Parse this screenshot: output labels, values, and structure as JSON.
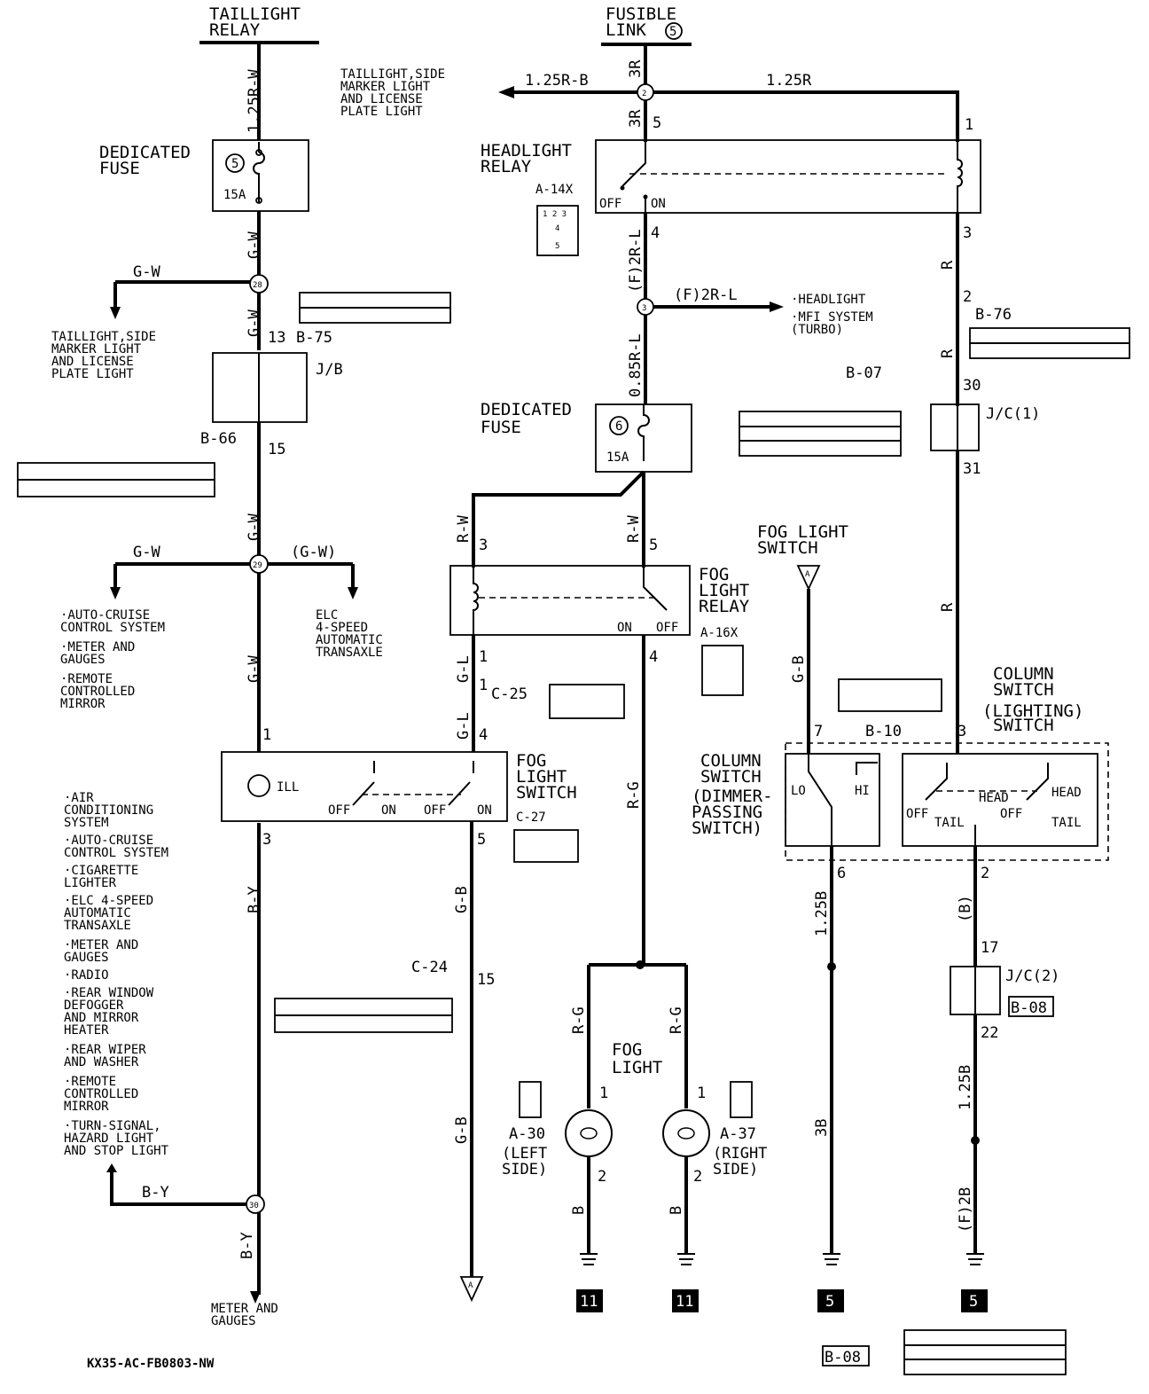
{
  "top": {
    "taillight_relay": [
      "TAILLIGHT",
      "RELAY"
    ],
    "fusible_link": [
      "FUSIBLE",
      "LINK"
    ],
    "fusible_link_no": "5"
  },
  "left": {
    "wire_top": "1.25R-W",
    "dedicated_fuse": [
      "DEDICATED",
      "FUSE"
    ],
    "fuse_no": "5",
    "fuse_amp": "15A",
    "wire_gw": "G-W",
    "branch_28_label": "G-W",
    "junction_28": "28",
    "taillight_dest": [
      "TAILLIGHT,SIDE",
      "MARKER LIGHT",
      "AND LICENSE",
      "PLATE LIGHT"
    ],
    "pin_13": "13",
    "conn_b75": "B-75",
    "jb": "J/B",
    "conn_b66": "B-66",
    "pin_15": "15",
    "junction_29": "29",
    "branch_29_left": "G-W",
    "branch_29_right": "(G-W)",
    "dest_29_left": [
      "·AUTO-CRUISE",
      " CONTROL SYSTEM",
      "·METER AND",
      " GAUGES",
      "·REMOTE",
      " CONTROLLED",
      " MIRROR"
    ],
    "dest_29_right": [
      "ELC",
      "4-SPEED",
      "AUTOMATIC",
      "TRANSAXLE"
    ],
    "pin_1": "1",
    "ill": "ILL",
    "pin_3": "3",
    "wire_by": "B-Y",
    "dest_30_list": [
      "·AIR",
      " CONDITIONING",
      " SYSTEM",
      "·AUTO-CRUISE",
      " CONTROL SYSTEM",
      "·CIGARETTE",
      " LIGHTER",
      "·ELC 4-SPEED",
      " AUTOMATIC",
      " TRANSAXLE",
      "·METER AND",
      " GAUGES",
      "·RADIO",
      "·REAR WINDOW",
      " DEFOGGER",
      " AND MIRROR",
      " HEATER",
      "·REAR WIPER",
      " AND WASHER",
      "·REMOTE",
      " CONTROLLED",
      " MIRROR",
      "·TURN-SIGNAL,",
      " HAZARD LIGHT",
      " AND STOP LIGHT"
    ],
    "junction_30": "30",
    "branch_30_label": "B-Y",
    "dest_bottom": [
      "METER AND",
      "GAUGES"
    ],
    "footer_code": "KX35-AC-FB0803-NW"
  },
  "center": {
    "wire_3r": "3R",
    "junction_2": "2",
    "wire_125rb": "1.25R-B",
    "dest_taillight": [
      "TAILLIGHT,SIDE",
      "MARKER LIGHT",
      "AND LICENSE",
      "PLATE LIGHT"
    ],
    "wire_125r": "1.25R",
    "pin_5": "5",
    "headlight_relay": [
      "HEADLIGHT",
      "RELAY"
    ],
    "conn_a14x": "A-14X",
    "relay_off": "OFF",
    "relay_on": "ON",
    "pin_4": "4",
    "wire_f2rl": "(F)2R-L",
    "junction_3": "3",
    "dest_headlight": [
      "·HEADLIGHT",
      "·MFI SYSTEM",
      " (TURBO)"
    ],
    "wire_085rl": "0.85R-L",
    "dedicated_fuse": [
      "DEDICATED",
      "FUSE"
    ],
    "fuse_no": "6",
    "fuse_amp": "15A",
    "wire_rw": "R-W",
    "pin_3": "3",
    "pin_5b": "5",
    "fog_relay": [
      "FOG",
      "LIGHT",
      "RELAY"
    ],
    "conn_a16x": "A-16X",
    "pin_1": "1",
    "pin_4b": "4",
    "wire_gl": "G-L",
    "pin_1b": "1",
    "conn_c25": "C-25",
    "pin_4c": "4",
    "fog_switch": [
      "FOG",
      "LIGHT",
      "SWITCH"
    ],
    "conn_c27": "C-27",
    "sw_off": "OFF",
    "sw_on": "ON",
    "pin_5c": "5",
    "wire_gb": "G-B",
    "conn_c24": "C-24",
    "pin_15": "15",
    "wire_rg": "R-G",
    "fog_light": [
      "FOG",
      "LIGHT"
    ],
    "conn_a30": "A-30",
    "left_side": [
      "(LEFT",
      " SIDE)"
    ],
    "conn_a37": "A-37",
    "right_side": [
      "(RIGHT",
      " SIDE)"
    ],
    "pin_lamp_1": "1",
    "pin_lamp_2": "2",
    "wire_b": "B",
    "ground_11": "11",
    "connector_a": "A"
  },
  "right": {
    "pin_1": "1",
    "pin_3": "3",
    "wire_r": "R",
    "pin_2": "2",
    "conn_b76": "B-76",
    "conn_b07": "B-07",
    "pin_30": "30",
    "jc1": "J/C(1)",
    "pin_31": "31",
    "fog_switch_label": [
      "FOG LIGHT",
      "SWITCH"
    ],
    "wire_gb": "G-B",
    "conn_b10": "B-10",
    "pin_7": "7",
    "column_switch_dimmer": [
      "COLUMN",
      "SWITCH",
      "(DIMMER-",
      " PASSING",
      " SWITCH)"
    ],
    "lo": "LO",
    "hi": "HI",
    "column_switch_lighting": [
      "COLUMN",
      "SWITCH",
      "(LIGHTING)",
      " SWITCH"
    ],
    "pin_3b": "3",
    "head": "HEAD",
    "off": "OFF",
    "tail": "TAIL",
    "pin_6": "6",
    "wire_125b": "1.25B",
    "wire_3b": "3B",
    "pin_2b": "2",
    "wire_b_paren": "(B)",
    "pin_17": "17",
    "jc2": "J/C(2)",
    "conn_b08": "B-08",
    "pin_22": "22",
    "wire_125b_r": "1.25B",
    "wire_f2b": "(F)2B",
    "ground_5": "5"
  },
  "connector_a": "A"
}
